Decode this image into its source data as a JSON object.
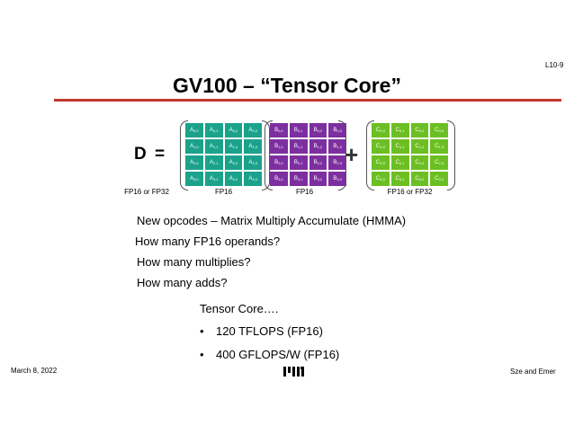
{
  "slide": {
    "number": "L10-9",
    "title": "GV100 – “Tensor Core”",
    "date": "March 8, 2022",
    "authors": "Sze and Emer"
  },
  "equation": {
    "result_label": "D",
    "equals": "=",
    "plus": "+",
    "matrices": [
      {
        "id": "a",
        "label": "FP16",
        "color": "#1aa38a",
        "cells": [
          "A0,0",
          "A0,1",
          "A0,2",
          "A0,3",
          "A1,0",
          "A1,1",
          "A1,2",
          "A1,3",
          "A2,0",
          "A2,1",
          "A2,2",
          "A2,3",
          "A3,0",
          "A3,1",
          "A3,2",
          "A3,3"
        ]
      },
      {
        "id": "b",
        "label": "FP16",
        "color": "#7d2fa0",
        "cells": [
          "B0,0",
          "B0,1",
          "B0,2",
          "B0,3",
          "B1,0",
          "B1,1",
          "B1,2",
          "B1,3",
          "B2,0",
          "B2,1",
          "B2,2",
          "B2,3",
          "B3,0",
          "B3,1",
          "B3,2",
          "B3,3"
        ]
      },
      {
        "id": "c",
        "label": "FP16 or FP32",
        "color": "#6cbf22",
        "cells": [
          "C0,0",
          "C0,1",
          "C0,2",
          "C0,3",
          "C1,0",
          "C1,1",
          "C1,2",
          "C1,3",
          "C2,0",
          "C2,1",
          "C2,2",
          "C2,3",
          "C3,0",
          "C3,1",
          "C3,2",
          "C3,3"
        ]
      }
    ],
    "result_type_label": "FP16 or FP32"
  },
  "body": {
    "lines": [
      "New opcodes – Matrix Multiply Accumulate (HMMA)",
      "How many FP16 operands?",
      "How many multiplies?",
      "How many adds?"
    ],
    "tensor_core_heading": "Tensor Core….",
    "bullets": [
      "120 TFLOPS (FP16)",
      "400 GFLOPS/W (FP16)"
    ],
    "bullet_char": "•"
  },
  "logo": "MIT"
}
